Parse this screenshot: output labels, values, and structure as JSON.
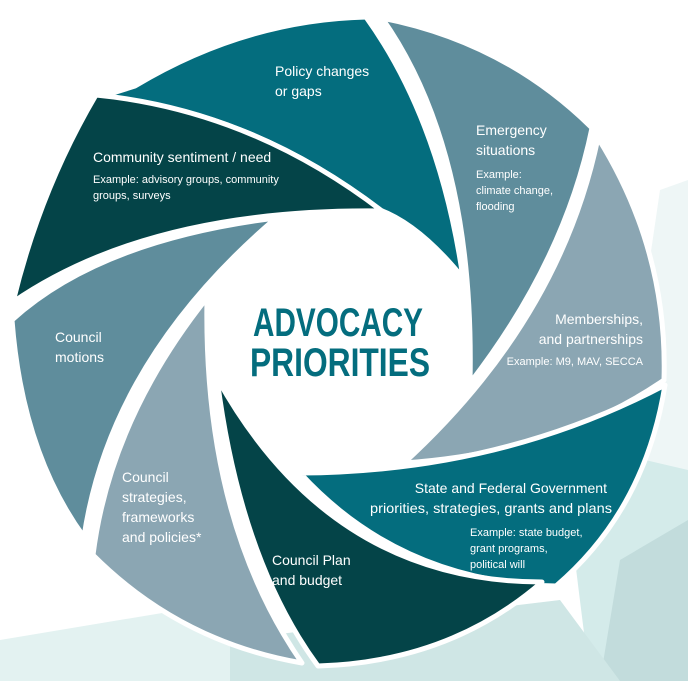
{
  "center_title": [
    "ADVOCACY",
    "PRIORITIES"
  ],
  "colors": {
    "dark": "#044448",
    "teal": "#046d7e",
    "mid": "#5f8d9c",
    "light": "#8ba6b3",
    "bg_shape": "#d4ebea"
  },
  "segments": {
    "policy": {
      "title": [
        "Policy changes",
        "or gaps"
      ]
    },
    "emergency": {
      "title": [
        "Emergency",
        "situations"
      ],
      "example": [
        "Example:",
        "climate change,",
        "flooding"
      ]
    },
    "memberships": {
      "title": [
        "Memberships,",
        "and partnerships"
      ],
      "example": [
        "Example: M9, MAV, SECCA"
      ]
    },
    "state": {
      "title": [
        "State and Federal Government",
        "priorities, strategies, grants and plans"
      ],
      "example": [
        "Example: state budget,",
        "grant programs,",
        "political will"
      ]
    },
    "council_plan": {
      "title": [
        "Council Plan",
        "and budget"
      ]
    },
    "strategies": {
      "title": [
        "Council",
        "strategies,",
        "frameworks",
        "and policies*"
      ]
    },
    "motions": {
      "title": [
        "Council",
        "motions"
      ]
    },
    "community": {
      "title": [
        "Community sentiment / need"
      ],
      "example": [
        "Example: advisory groups, community",
        "groups, surveys"
      ]
    }
  }
}
